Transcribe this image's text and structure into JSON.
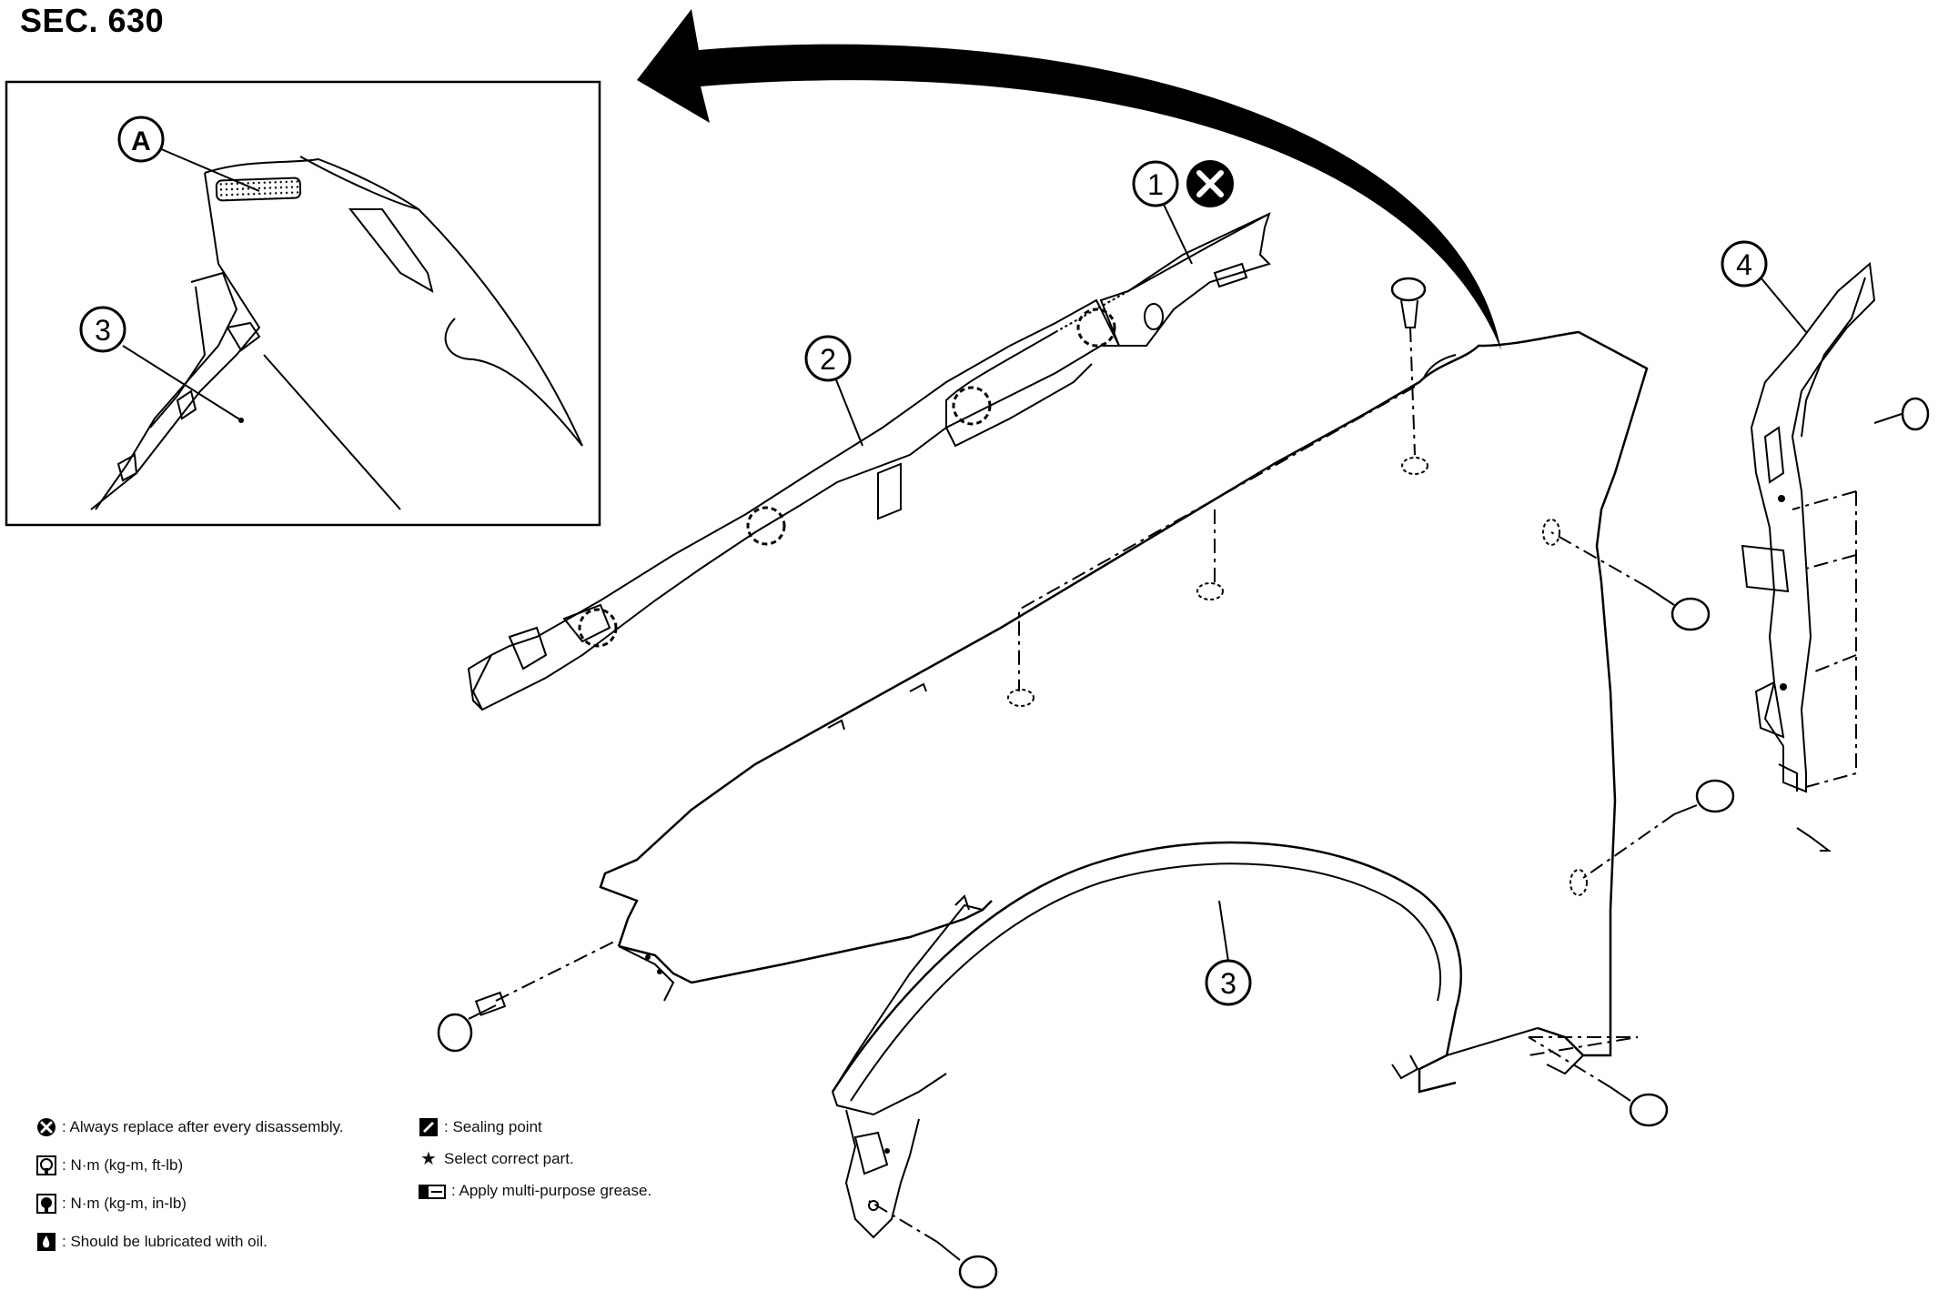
{
  "title": "SEC. 630",
  "callouts": {
    "c1": "1",
    "c2": "2",
    "c3_main": "3",
    "c3_inset": "3",
    "c4": "4",
    "cA": "A"
  },
  "legend": {
    "left": [
      {
        "icon": "replace-icon",
        "text": ": Always replace after every disassembly."
      },
      {
        "icon": "torque-ft-lb-icon",
        "text": ": N·m (kg-m, ft-lb)"
      },
      {
        "icon": "torque-in-lb-icon",
        "text": ": N·m (kg-m, in-lb)"
      },
      {
        "icon": "oil-icon",
        "text": ": Should be lubricated with oil."
      }
    ],
    "right": [
      {
        "icon": "sealing-point-icon",
        "text": ": Sealing point"
      },
      {
        "icon": "star-icon",
        "text": "Select correct part."
      },
      {
        "icon": "grease-icon",
        "text": ": Apply multi-purpose grease."
      }
    ]
  },
  "colors": {
    "line": "#000000",
    "background": "#ffffff"
  }
}
